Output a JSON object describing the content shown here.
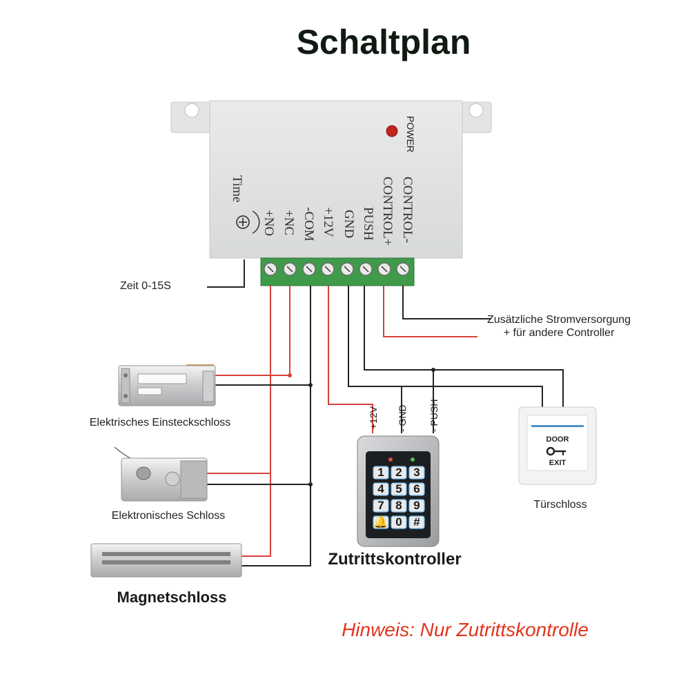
{
  "title": "Schaltplan",
  "controller_box": {
    "power_label": "POWER",
    "time_label": "Time",
    "terminals": [
      "+NO",
      "+NC",
      "-COM",
      "+12V",
      "GND",
      "PUSH",
      "CONTROL+",
      "CONTROL-"
    ]
  },
  "labels": {
    "zeit": "Zeit 0-15S",
    "extra_power_line1": "Zusätzliche Stromversorgung",
    "extra_power_line2": "+ für andere Controller",
    "einsteckschloss": "Elektrisches Einsteckschloss",
    "elektronisches_schloss": "Elektronisches Schloss",
    "magnetschloss": "Magnetschloss",
    "zutrittskontroller": "Zutrittskontroller",
    "tuerschloss": "Türschloss"
  },
  "keypad": {
    "wire_labels": [
      "+12V",
      "- GND",
      "- PUSH"
    ],
    "keys": [
      "1",
      "2",
      "3",
      "4",
      "5",
      "6",
      "7",
      "8",
      "9",
      "🔔",
      "0",
      "#"
    ]
  },
  "exit_button": {
    "line1": "DOOR",
    "line2": "EXIT"
  },
  "note": "Hinweis: Nur Zutrittskontrolle",
  "colors": {
    "red_wire": "#d8403a",
    "black_wire": "#222222",
    "note_red": "#e0351e",
    "terminal_green": "#3f9a4a"
  }
}
